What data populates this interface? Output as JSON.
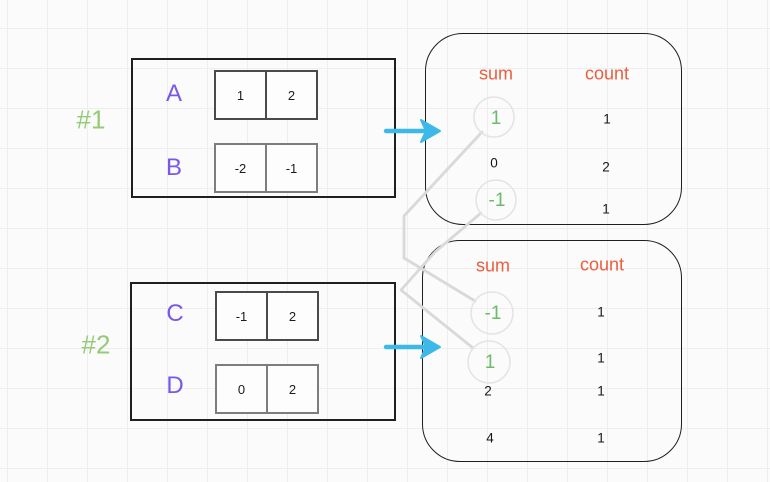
{
  "diagram": {
    "kind": "hand-drawn whiteboard diagram",
    "description": "Two example groups of integer arrays, each mapped by an arrow to a table of pair sums and their counts; matching opposite sums (1 and -1) are circled and linked by crossing connector lines."
  },
  "colors": {
    "background": "#fbfbfb",
    "grid_line": "#efeded",
    "box_border": "#1e1e1e",
    "array_name_purple": "#7a57eb",
    "group_label_green": "#94cb76",
    "table_header_orange": "#ea5e3d",
    "highlight_green": "#6cbb68",
    "highlight_circle_gray": "#e4e4e4",
    "arrow_cyan": "#3db9e9",
    "connector_gray": "#d9d9d9",
    "value_text": "#161616"
  },
  "groups": [
    {
      "label": "#1",
      "arrays": [
        {
          "name": "A",
          "values": [
            "1",
            "2"
          ]
        },
        {
          "name": "B",
          "values": [
            "-2",
            "-1"
          ]
        }
      ],
      "table": {
        "sum_header": "sum",
        "count_header": "count",
        "rows": [
          {
            "sum": "1",
            "count": "1",
            "highlighted": true
          },
          {
            "sum": "0",
            "count": "2",
            "highlighted": false
          },
          {
            "sum": "-1",
            "count": "1",
            "highlighted": true
          }
        ]
      }
    },
    {
      "label": "#2",
      "arrays": [
        {
          "name": "C",
          "values": [
            "-1",
            "2"
          ]
        },
        {
          "name": "D",
          "values": [
            "0",
            "2"
          ]
        }
      ],
      "table": {
        "sum_header": "sum",
        "count_header": "count",
        "rows": [
          {
            "sum": "-1",
            "count": "1",
            "highlighted": true
          },
          {
            "sum": "1",
            "count": "1",
            "highlighted": true
          },
          {
            "sum": "2",
            "count": "1",
            "highlighted": false
          },
          {
            "sum": "4",
            "count": "1",
            "highlighted": false
          }
        ]
      }
    }
  ],
  "connections": [
    {
      "from": "group-1 sum 1",
      "to": "group-2 sum -1"
    },
    {
      "from": "group-1 sum -1",
      "to": "group-2 sum 1"
    }
  ]
}
